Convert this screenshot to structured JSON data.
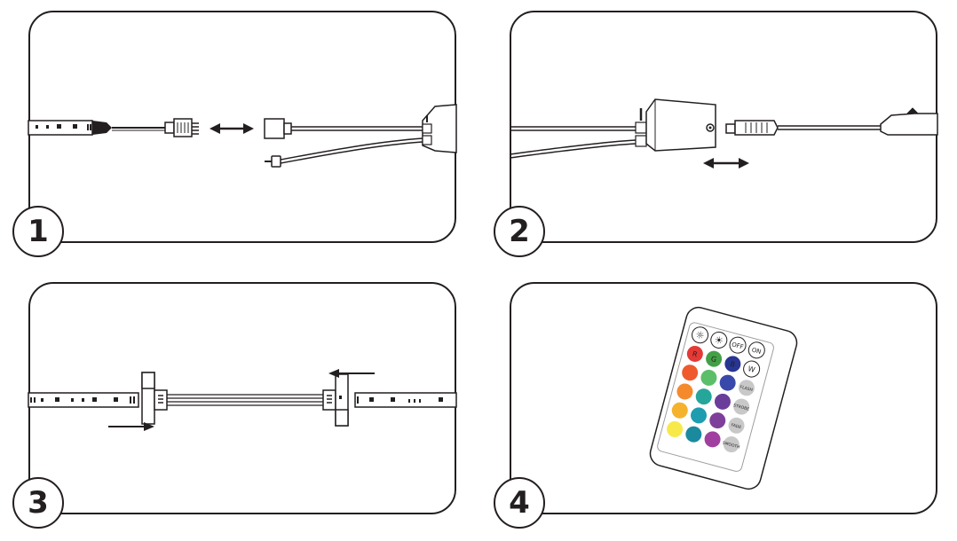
{
  "steps": [
    {
      "number": "1"
    },
    {
      "number": "2"
    },
    {
      "number": "3"
    },
    {
      "number": "4"
    }
  ],
  "remote": {
    "top_buttons": [
      "OFF",
      "ON"
    ],
    "color_row_labels": [
      "R",
      "G",
      "B",
      "W"
    ],
    "mode_buttons": [
      "FLASH",
      "STROBE",
      "FADE",
      "SMOOTH"
    ],
    "colors": {
      "red": "#e53935",
      "green": "#43a047",
      "blue": "#283593",
      "orange": "#ef6c2d",
      "amber": "#f5a623",
      "yellow": "#f7e94a",
      "teal": "#26a69a",
      "cyan": "#1e9db0",
      "purple": "#6a3d9a",
      "magenta": "#a03fa0",
      "light_green": "#5bbf6a",
      "violet": "#7e57c2",
      "gray": "#c8c8c8",
      "white": "#ffffff"
    }
  }
}
